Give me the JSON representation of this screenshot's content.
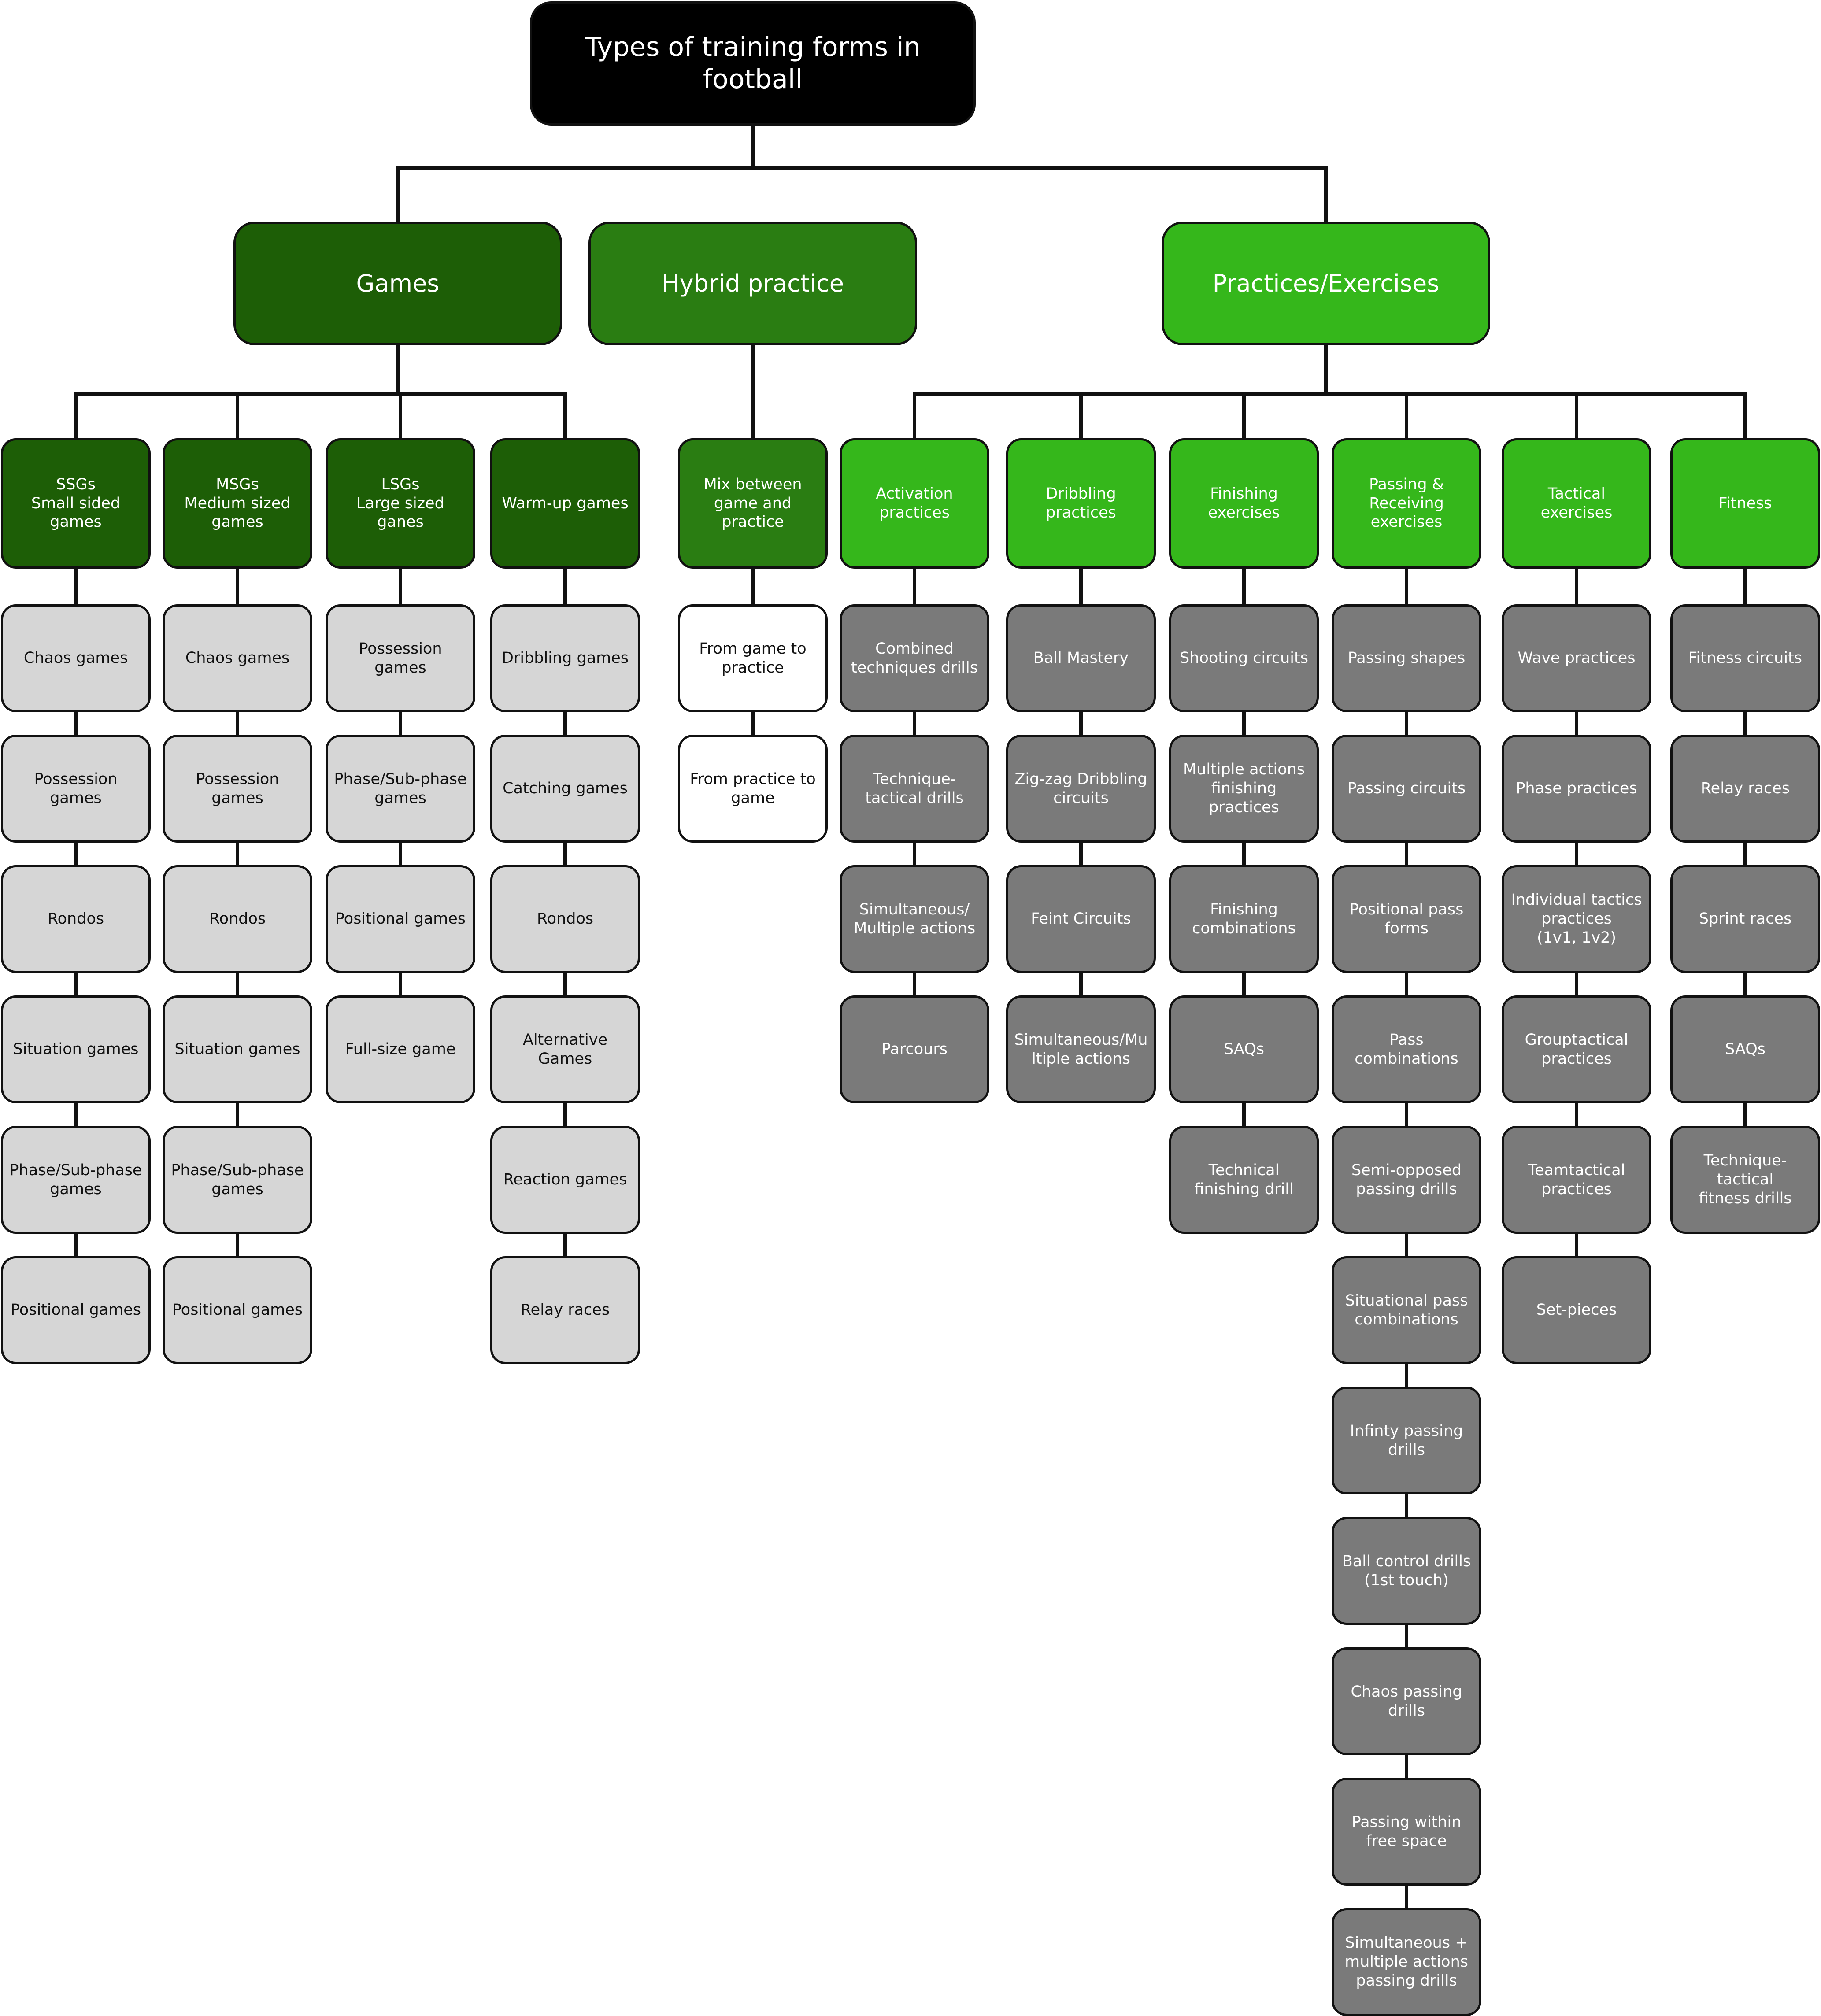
{
  "title": "Types of training forms in football",
  "colors": {
    "root": "#000000",
    "games": "#1d5e06",
    "hybrid": "#2a7d12",
    "practices": "#35b71b",
    "light_leaf": "#d6d6d6",
    "white_leaf": "#ffffff",
    "dark_leaf": "#7a7a7a",
    "connector": "#111111"
  },
  "categories": [
    {
      "label": "Games",
      "color": "games",
      "groups": [
        {
          "label": "SSGs\nSmall sided games",
          "leaf_style": "light",
          "items": [
            "Chaos games",
            "Possession\ngames",
            "Rondos",
            "Situation games",
            "Phase/Sub-phase\ngames",
            "Positional games"
          ]
        },
        {
          "label": "MSGs\nMedium sized\ngames",
          "leaf_style": "light",
          "items": [
            "Chaos games",
            "Possession\ngames",
            "Rondos",
            "Situation games",
            "Phase/Sub-phase\ngames",
            "Positional games"
          ]
        },
        {
          "label": "LSGs\nLarge sized ganes",
          "leaf_style": "light",
          "items": [
            "Possession\ngames",
            "Phase/Sub-phase\ngames",
            "Positional games",
            "Full-size game"
          ]
        },
        {
          "label": "Warm-up games",
          "leaf_style": "light",
          "items": [
            "Dribbling games",
            "Catching games",
            "Rondos",
            "Alternative\nGames",
            "Reaction games",
            "Relay races"
          ]
        }
      ]
    },
    {
      "label": "Hybrid practice",
      "color": "hybrid",
      "groups": [
        {
          "label": "Mix between\ngame and practice",
          "leaf_style": "white",
          "items": [
            "From game to\npractice",
            "From practice to\ngame"
          ]
        }
      ]
    },
    {
      "label": "Practices/Exercises",
      "color": "practices",
      "groups": [
        {
          "label": "Activation\npractices",
          "leaf_style": "dark",
          "items": [
            "Combined\ntechniques drills",
            "Technique-\ntactical drills",
            "Simultaneous/\nMultiple actions",
            "Parcours"
          ]
        },
        {
          "label": "Dribbling\npractices",
          "leaf_style": "dark",
          "items": [
            "Ball Mastery",
            "Zig-zag Dribbling\ncircuits",
            "Feint Circuits",
            "Simultaneous/Mu\nltiple actions"
          ]
        },
        {
          "label": "Finishing\nexercises",
          "leaf_style": "dark",
          "items": [
            "Shooting circuits",
            "Multiple actions\nfinishing\npractices",
            "Finishing\ncombinations",
            "SAQs",
            "Technical\nfinishing drill"
          ]
        },
        {
          "label": "Passing &\nReceiving\nexercises",
          "leaf_style": "dark",
          "items": [
            "Passing shapes",
            "Passing circuits",
            "Positional pass\nforms",
            "Pass\ncombinations",
            "Semi-opposed\npassing drills",
            "Situational pass\ncombinations",
            "Infinty passing\ndrills",
            "Ball control drills\n(1st touch)",
            "Chaos passing\ndrills",
            "Passing within\nfree space",
            "Simultaneous +\nmultiple actions\npassing drills"
          ]
        },
        {
          "label": "Tactical exercises",
          "leaf_style": "dark",
          "items": [
            "Wave practices",
            "Phase practices",
            "Individual tactics\npractices\n(1v1, 1v2)",
            "Grouptactical\npractices",
            "Teamtactical\npractices",
            "Set-pieces"
          ]
        },
        {
          "label": "Fitness",
          "leaf_style": "dark",
          "items": [
            "Fitness circuits",
            "Relay races",
            "Sprint races",
            "SAQs",
            "Technique-\ntactical\nfitness drills"
          ]
        }
      ]
    }
  ]
}
